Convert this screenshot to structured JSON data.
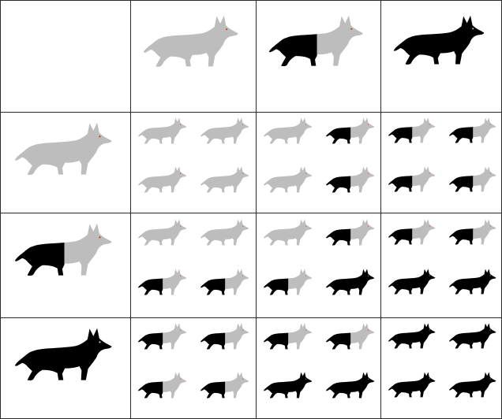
{
  "colors": {
    "grey": "#bdbdbd",
    "black": "#000000",
    "grid_line": "#2a2a2a",
    "eye_grey": "#c0392b",
    "eye_black": "#c9c9c9"
  },
  "icon": "dog-silhouette-icon",
  "coat_types": [
    "empty",
    "grey",
    "half",
    "black"
  ],
  "column_headers": [
    "grey",
    "half",
    "black"
  ],
  "row_headers": [
    "grey",
    "half",
    "black"
  ],
  "offspring": [
    [
      [
        "grey",
        "grey",
        "grey",
        "grey"
      ],
      [
        "grey",
        "half",
        "grey",
        "half"
      ],
      [
        "half",
        "half",
        "half",
        "half"
      ]
    ],
    [
      [
        "grey",
        "grey",
        "half",
        "half"
      ],
      [
        "grey",
        "half",
        "half",
        "black"
      ],
      [
        "half",
        "half",
        "black",
        "black"
      ]
    ],
    [
      [
        "half",
        "half",
        "half",
        "half"
      ],
      [
        "half",
        "half",
        "black",
        "black"
      ],
      [
        "black",
        "black",
        "black",
        "black"
      ]
    ]
  ]
}
